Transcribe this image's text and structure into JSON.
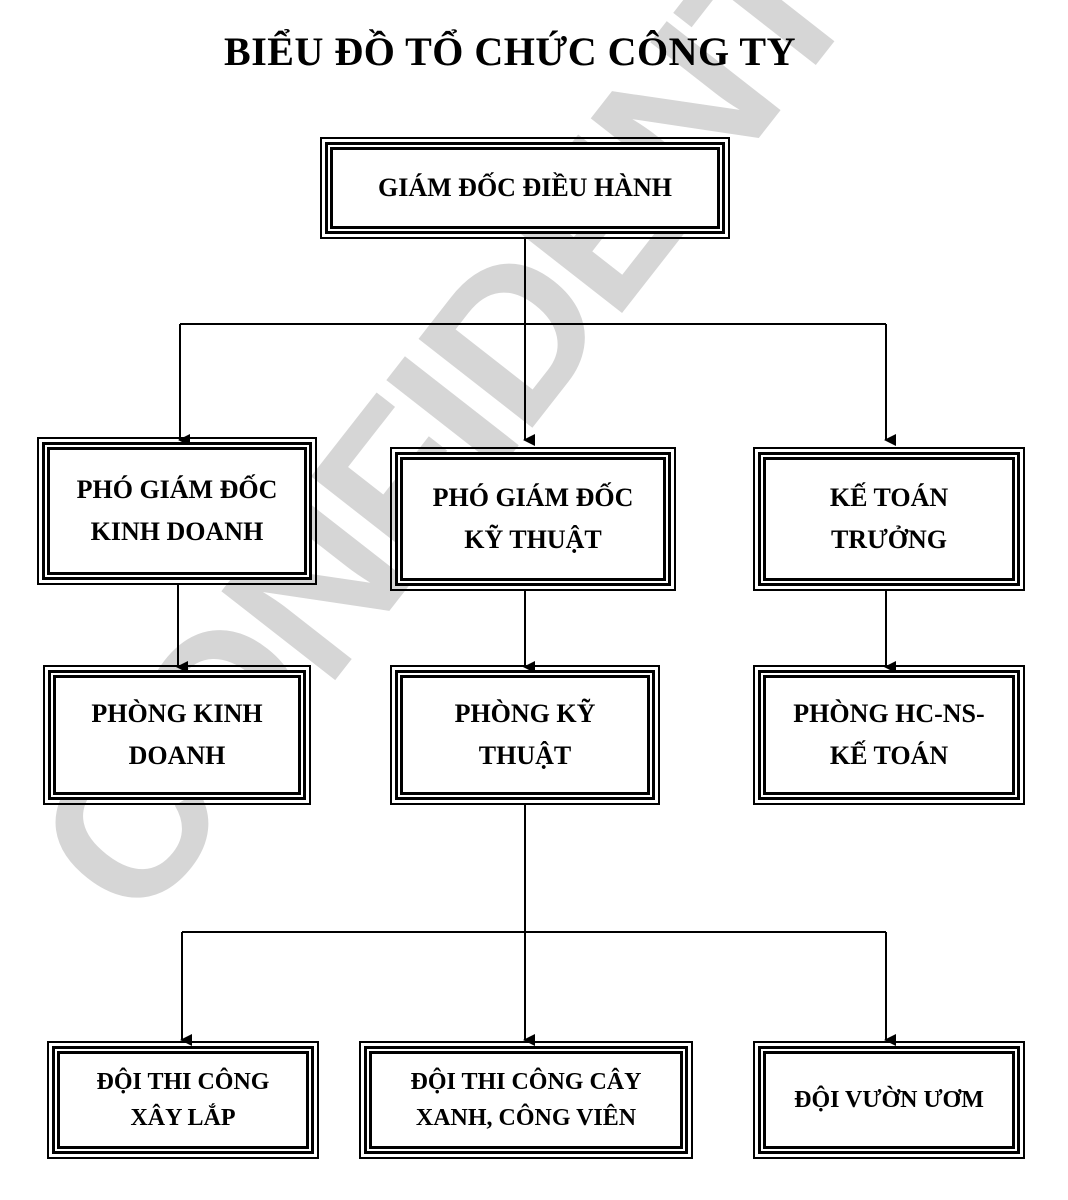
{
  "title": "BIỂU ĐỒ TỔ CHỨC CÔNG TY",
  "watermark": "CONFIDENTIAL",
  "nodes": {
    "ceo": "GIÁM ĐỐC ĐIỀU HÀNH",
    "vp_business": "PHÓ GIÁM ĐỐC\nKINH DOANH",
    "vp_technical": "PHÓ GIÁM ĐỐC\nKỸ THUẬT",
    "chief_accountant": "KẾ TOÁN\nTRƯỞNG",
    "dept_business": "PHÒNG KINH\nDOANH",
    "dept_technical": "PHÒNG KỸ\nTHUẬT",
    "dept_admin_accounting": "PHÒNG HC-NS-\nKẾ TOÁN",
    "team_construction": "ĐỘI THI CÔNG\nXÂY LẮP",
    "team_greenery_park": "ĐỘI THI CÔNG CÂY\nXANH, CÔNG VIÊN",
    "team_nursery": "ĐỘI VƯỜN ƯƠM"
  },
  "colors": {
    "line": "#000000",
    "watermark": "#d4d4d4"
  }
}
